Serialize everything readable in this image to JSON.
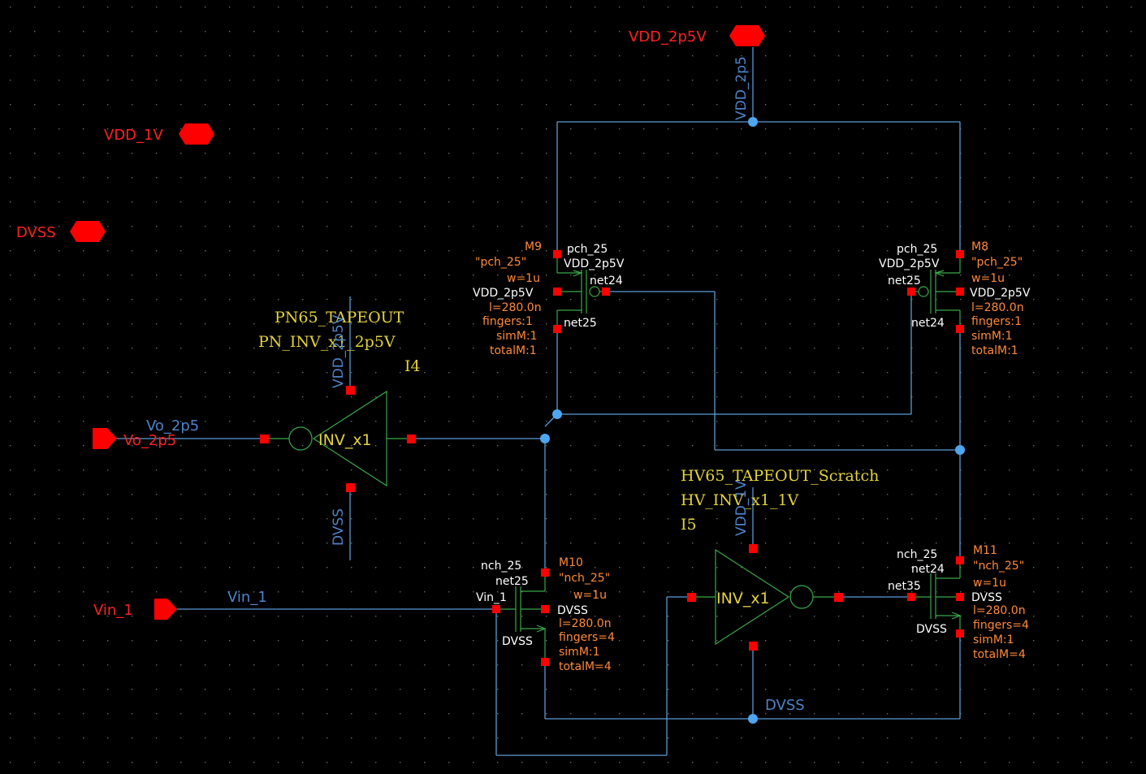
{
  "pins": {
    "vdd_2p5v": "VDD_2p5V",
    "vdd_1v": "VDD_1V",
    "dvss": "DVSS",
    "vo_2p5": "Vo_2p5",
    "vin_1": "Vin_1"
  },
  "wire_labels": {
    "vdd_2p5_vertical": "VDD_2p5",
    "vo_2p5": "Vo_2p5",
    "vin_1": "Vin_1",
    "dvss_bottom": "DVSS"
  },
  "inverters": [
    {
      "id": "I4",
      "library": "PN65_TAPEOUT",
      "cell": "PN_INV_x1_2p5V",
      "instance": "I4",
      "symbol_label": "INV_x1",
      "supply_label": "VDD_2p5V",
      "ground_label": "DVSS"
    },
    {
      "id": "I5",
      "library": "HV65_TAPEOUT_Scratch",
      "cell": "HV_INV_x1_1V",
      "instance": "I5",
      "symbol_label": "INV_x1",
      "supply_label": "VDD_1V"
    }
  ],
  "transistors": [
    {
      "name": "M9",
      "model": "\"pch_25\"",
      "w": "w=1u",
      "l": "l=280.0n",
      "fingers": "fingers:1",
      "simM": "simM:1",
      "totalM": "totalM:1",
      "type_label": "pch_25",
      "gate_net": "net24",
      "drain_net": "net25",
      "bulk": "VDD_2p5V",
      "source": "VDD_2p5V"
    },
    {
      "name": "M8",
      "model": "\"pch_25\"",
      "w": "w=1u",
      "l": "l=280.0n",
      "fingers": "fingers:1",
      "simM": "simM:1",
      "totalM": "totalM:1",
      "type_label": "pch_25",
      "gate_net": "net25",
      "drain_net": "net24",
      "bulk": "VDD_2p5V",
      "source": "VDD_2p5V"
    },
    {
      "name": "M10",
      "model": "\"nch_25\"",
      "w": "w=1u",
      "l": "l=280.0n",
      "fingers": "fingers=4",
      "simM": "simM:1",
      "totalM": "totalM=4",
      "type_label": "nch_25",
      "gate_net": "Vin_1",
      "drain_net": "net25",
      "bulk": "DVSS",
      "source": "DVSS"
    },
    {
      "name": "M11",
      "model": "\"nch_25\"",
      "w": "w=1u",
      "l": "l=280.0n",
      "fingers": "fingers=4",
      "simM": "simM:1",
      "totalM": "totalM=4",
      "type_label": "nch_25",
      "gate_net": "net35",
      "drain_net": "net24",
      "bulk": "DVSS",
      "source": "DVSS"
    }
  ],
  "colors": {
    "background": "#000000",
    "wire": "#5b9bd5",
    "pin": "#ff0000",
    "symbol": "#3aa84a",
    "instance_text": "#e3d23a",
    "property_text": "#ff8a3a"
  }
}
